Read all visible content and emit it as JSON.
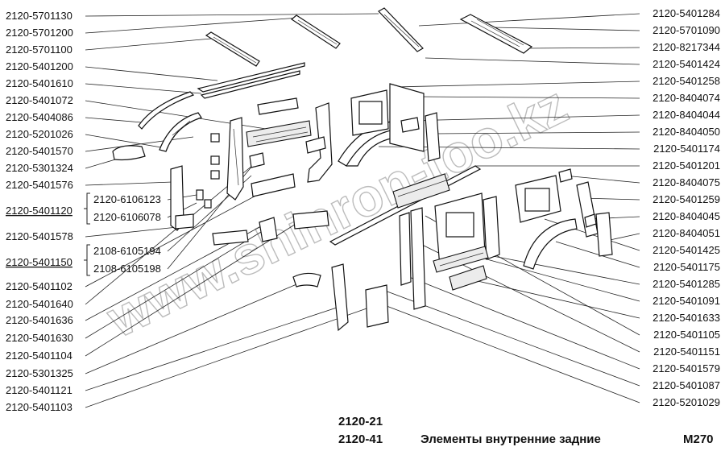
{
  "watermark": "www.shinron-too.kz",
  "footer": {
    "model_1": "2120-21",
    "model_2": "2120-41",
    "title": "Элементы внутренние задние",
    "code": "M270"
  },
  "left_labels": [
    "2120-5701130",
    "2120-5701200",
    "2120-5701100",
    "2120-5401200",
    "2120-5401610",
    "2120-5401072",
    "2120-5404086",
    "2120-5201026",
    "2120-5401570",
    "2120-5301324",
    "2120-5401576",
    "2120-5401120",
    "2120-5401578",
    "2120-5401150",
    "2120-5401102",
    "2120-5401640",
    "2120-5401636",
    "2120-5401630",
    "2120-5401104",
    "2120-5301325",
    "2120-5401121",
    "2120-5401103"
  ],
  "sub_labels": [
    "2120-6106123",
    "2120-6106078",
    "2108-6105194",
    "2108-6105198"
  ],
  "right_labels": [
    "2120-5401284",
    "2120-5701090",
    "2120-8217344",
    "2120-5401424",
    "2120-5401258",
    "2120-8404074",
    "2120-8404044",
    "2120-8404050",
    "2120-5401174",
    "2120-5401201",
    "2120-8404075",
    "2120-5401259",
    "2120-8404045",
    "2120-8404051",
    "2120-5401425",
    "2120-5401175",
    "2120-5401285",
    "2120-5401091",
    "2120-5401633",
    "2120-5401105",
    "2120-5401151",
    "2120-5401579",
    "2120-5401087",
    "2120-5201029"
  ]
}
